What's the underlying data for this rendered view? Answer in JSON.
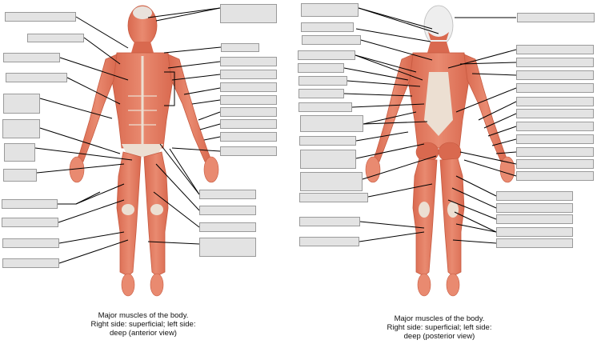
{
  "figures": [
    {
      "view": "anterior",
      "caption": [
        "Major muscles of the body.",
        "Right side: superficial; left side:",
        "deep (anterior view)"
      ]
    },
    {
      "view": "posterior",
      "caption": [
        "Major muscles of the body.",
        "Right side: superficial; left side:",
        "deep (posterior view)"
      ]
    }
  ],
  "label_boxes": {
    "anterior_left": [
      "",
      "",
      "",
      "",
      "",
      "",
      "",
      "",
      "",
      "",
      "",
      "",
      ""
    ],
    "anterior_right": [
      "",
      "",
      "",
      "",
      "",
      "",
      "",
      "",
      "",
      "",
      "",
      "",
      ""
    ],
    "posterior_left": [
      "",
      "",
      "",
      "",
      "",
      "",
      "",
      "",
      "",
      "",
      "",
      "",
      "",
      "",
      "",
      "",
      "",
      ""
    ],
    "posterior_right": [
      "",
      "",
      "",
      "",
      "",
      "",
      "",
      "",
      "",
      "",
      "",
      "",
      "",
      "",
      "",
      "",
      "",
      "",
      ""
    ]
  },
  "colors": {
    "muscle": "#e07a5f",
    "muscle_dark": "#c65a40",
    "tendon": "#ecdfd2",
    "bone": "#eeeeee",
    "leader_line": "#000000",
    "box_fill": "#e3e3e3",
    "box_border": "#9a9a9a"
  }
}
